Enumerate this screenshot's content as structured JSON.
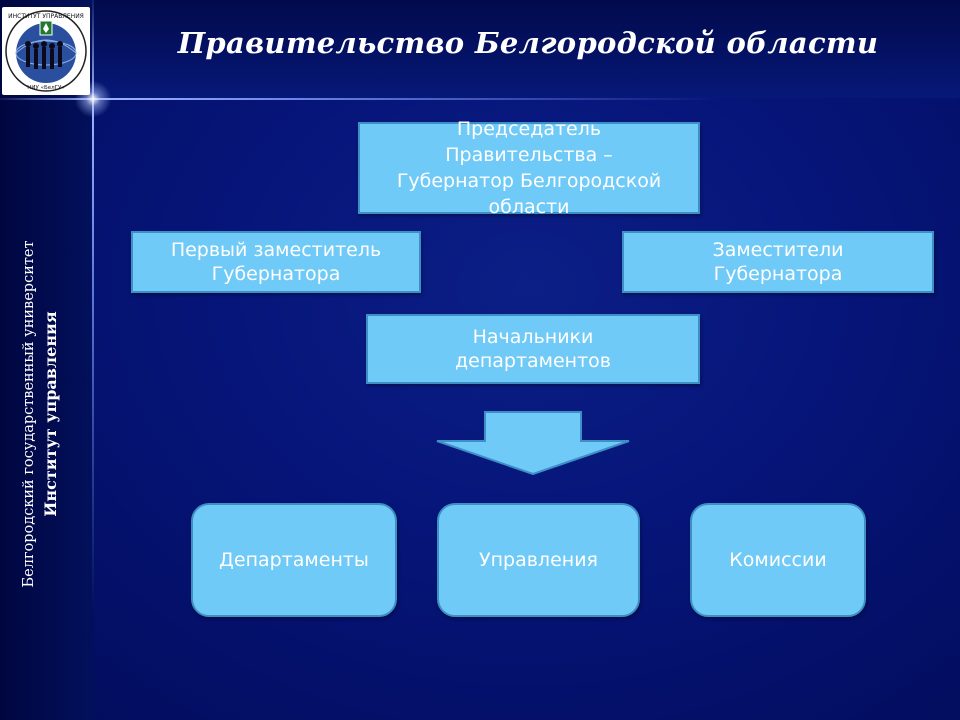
{
  "header": {
    "title": "Правительство Белгородской области"
  },
  "sidebar": {
    "university": "Белгородский государственный университет",
    "institute": "Институт управления"
  },
  "logo": {
    "arc_text": "ИНСТИТУТ УПРАВЛЕНИЯ",
    "bottom_text": "НИУ «БелГУ»"
  },
  "org_chart": {
    "chairman": "Председатель Правительства – Губернатор Белгородской области",
    "first_deputy": "Первый заместитель Губернатора",
    "deputies": "Заместители Губернатора",
    "department_heads": "Начальники департаментов",
    "units": {
      "departments": "Департаменты",
      "administrations": "Управления",
      "commissions": "Комиссии"
    }
  },
  "colors": {
    "background": "#06157a",
    "box_fill": "#6fcaf7",
    "box_border": "#3e8fc6",
    "text": "#ffffff"
  }
}
